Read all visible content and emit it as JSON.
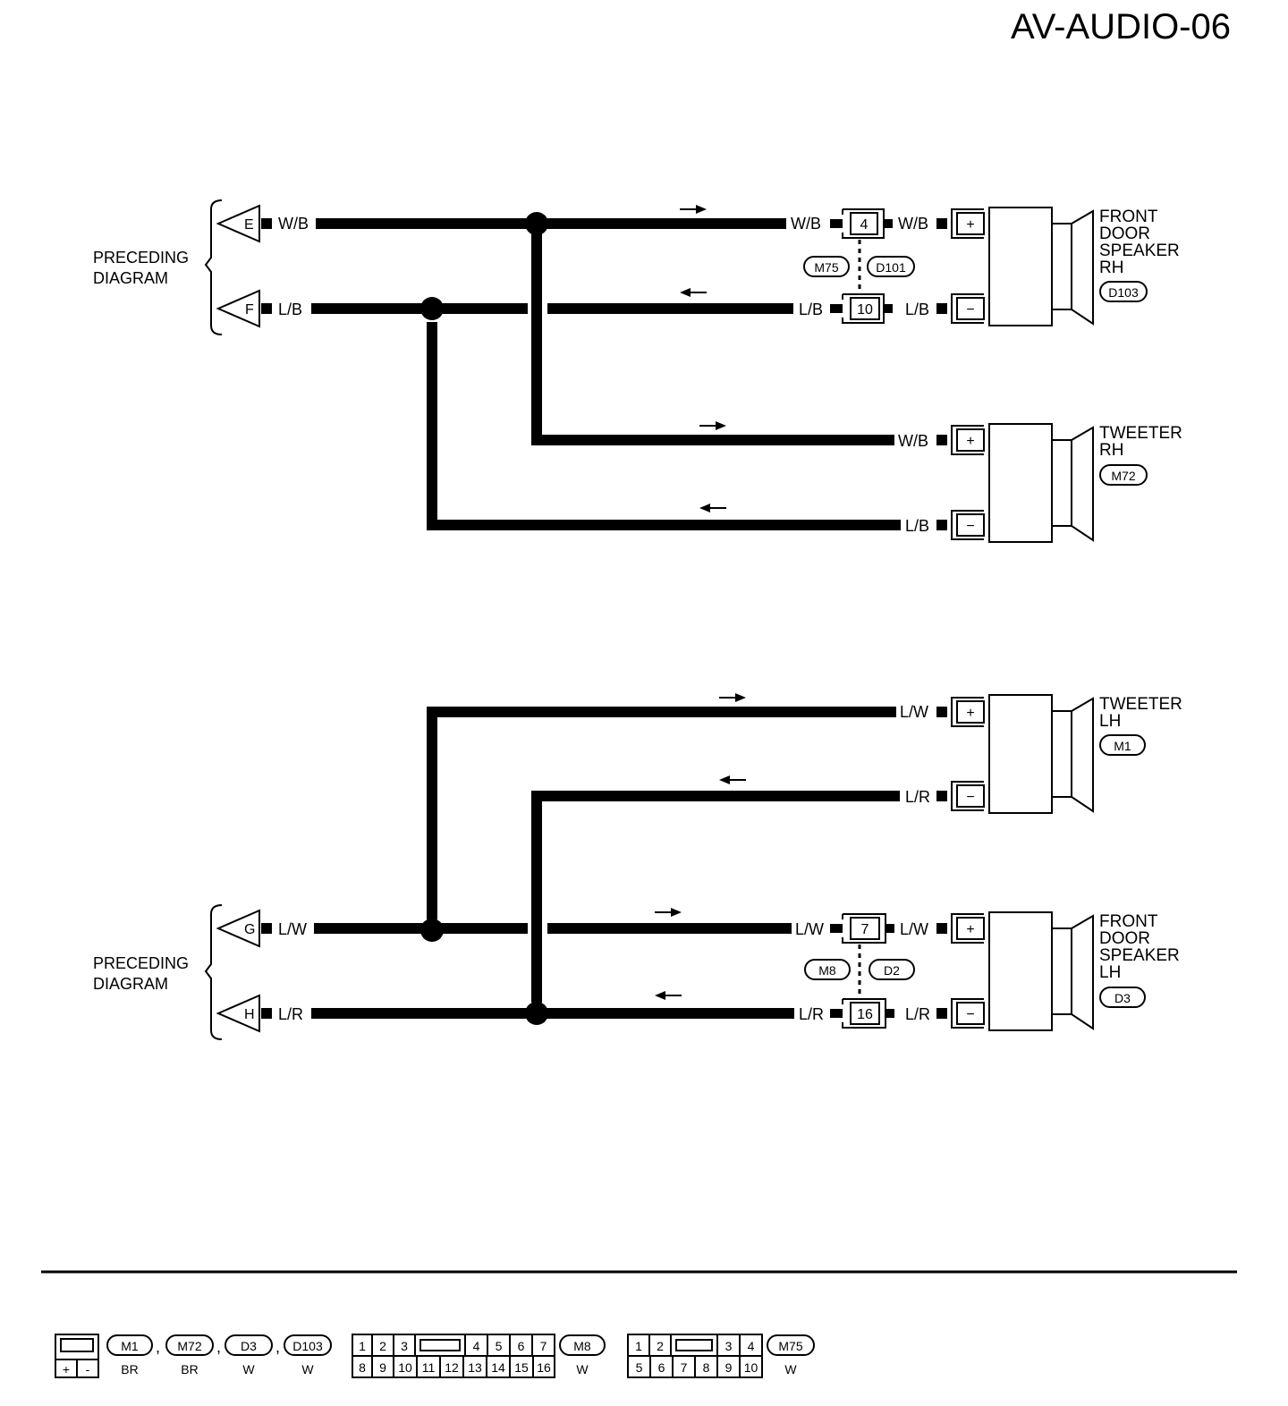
{
  "page_title": "AV-AUDIO-06",
  "preceding": {
    "line1": "PRECEDING",
    "line2": "DIAGRAM"
  },
  "terminals": {
    "e": "E",
    "f": "F",
    "g": "G",
    "h": "H"
  },
  "wires": {
    "wb": "W/B",
    "lb": "L/B",
    "lw": "L/W",
    "lr": "L/R"
  },
  "pins": {
    "p4": "4",
    "p10": "10",
    "p7": "7",
    "p16": "16"
  },
  "connectors": {
    "m75": "M75",
    "d101": "D101",
    "m8": "M8",
    "d2": "D2",
    "d103": "D103",
    "m72": "M72",
    "m1": "M1",
    "d3": "D3"
  },
  "polarity": {
    "plus": "+",
    "minus": "−"
  },
  "components": {
    "front_rh": {
      "l1": "FRONT",
      "l2": "DOOR",
      "l3": "SPEAKER",
      "l4": "RH",
      "conn": "D103"
    },
    "tweeter_rh": {
      "l1": "TWEETER",
      "l2": "RH",
      "conn": "M72"
    },
    "tweeter_lh": {
      "l1": "TWEETER",
      "l2": "LH",
      "conn": "M1"
    },
    "front_lh": {
      "l1": "FRONT",
      "l2": "DOOR",
      "l3": "SPEAKER",
      "l4": "LH",
      "conn": "D3"
    }
  },
  "legend": {
    "sp_plus": "+",
    "sp_minus": "-",
    "c_m1": "M1",
    "c_m72": "M72",
    "c_d3": "D3",
    "c_d103": "D103",
    "comma": ",",
    "col_br1": "BR",
    "col_br2": "BR",
    "col_w1": "W",
    "col_w2": "W",
    "c_m8": "M8",
    "col_m8": "W",
    "c_m75": "M75",
    "col_m75": "W",
    "grid16_top": [
      "1",
      "2",
      "3",
      "4",
      "5",
      "6",
      "7"
    ],
    "grid16_bottom": [
      "8",
      "9",
      "10",
      "11",
      "12",
      "13",
      "14",
      "15",
      "16"
    ],
    "grid10_top": [
      "1",
      "2",
      "3",
      "4"
    ],
    "grid10_bottom": [
      "5",
      "6",
      "7",
      "8",
      "9",
      "10"
    ]
  }
}
